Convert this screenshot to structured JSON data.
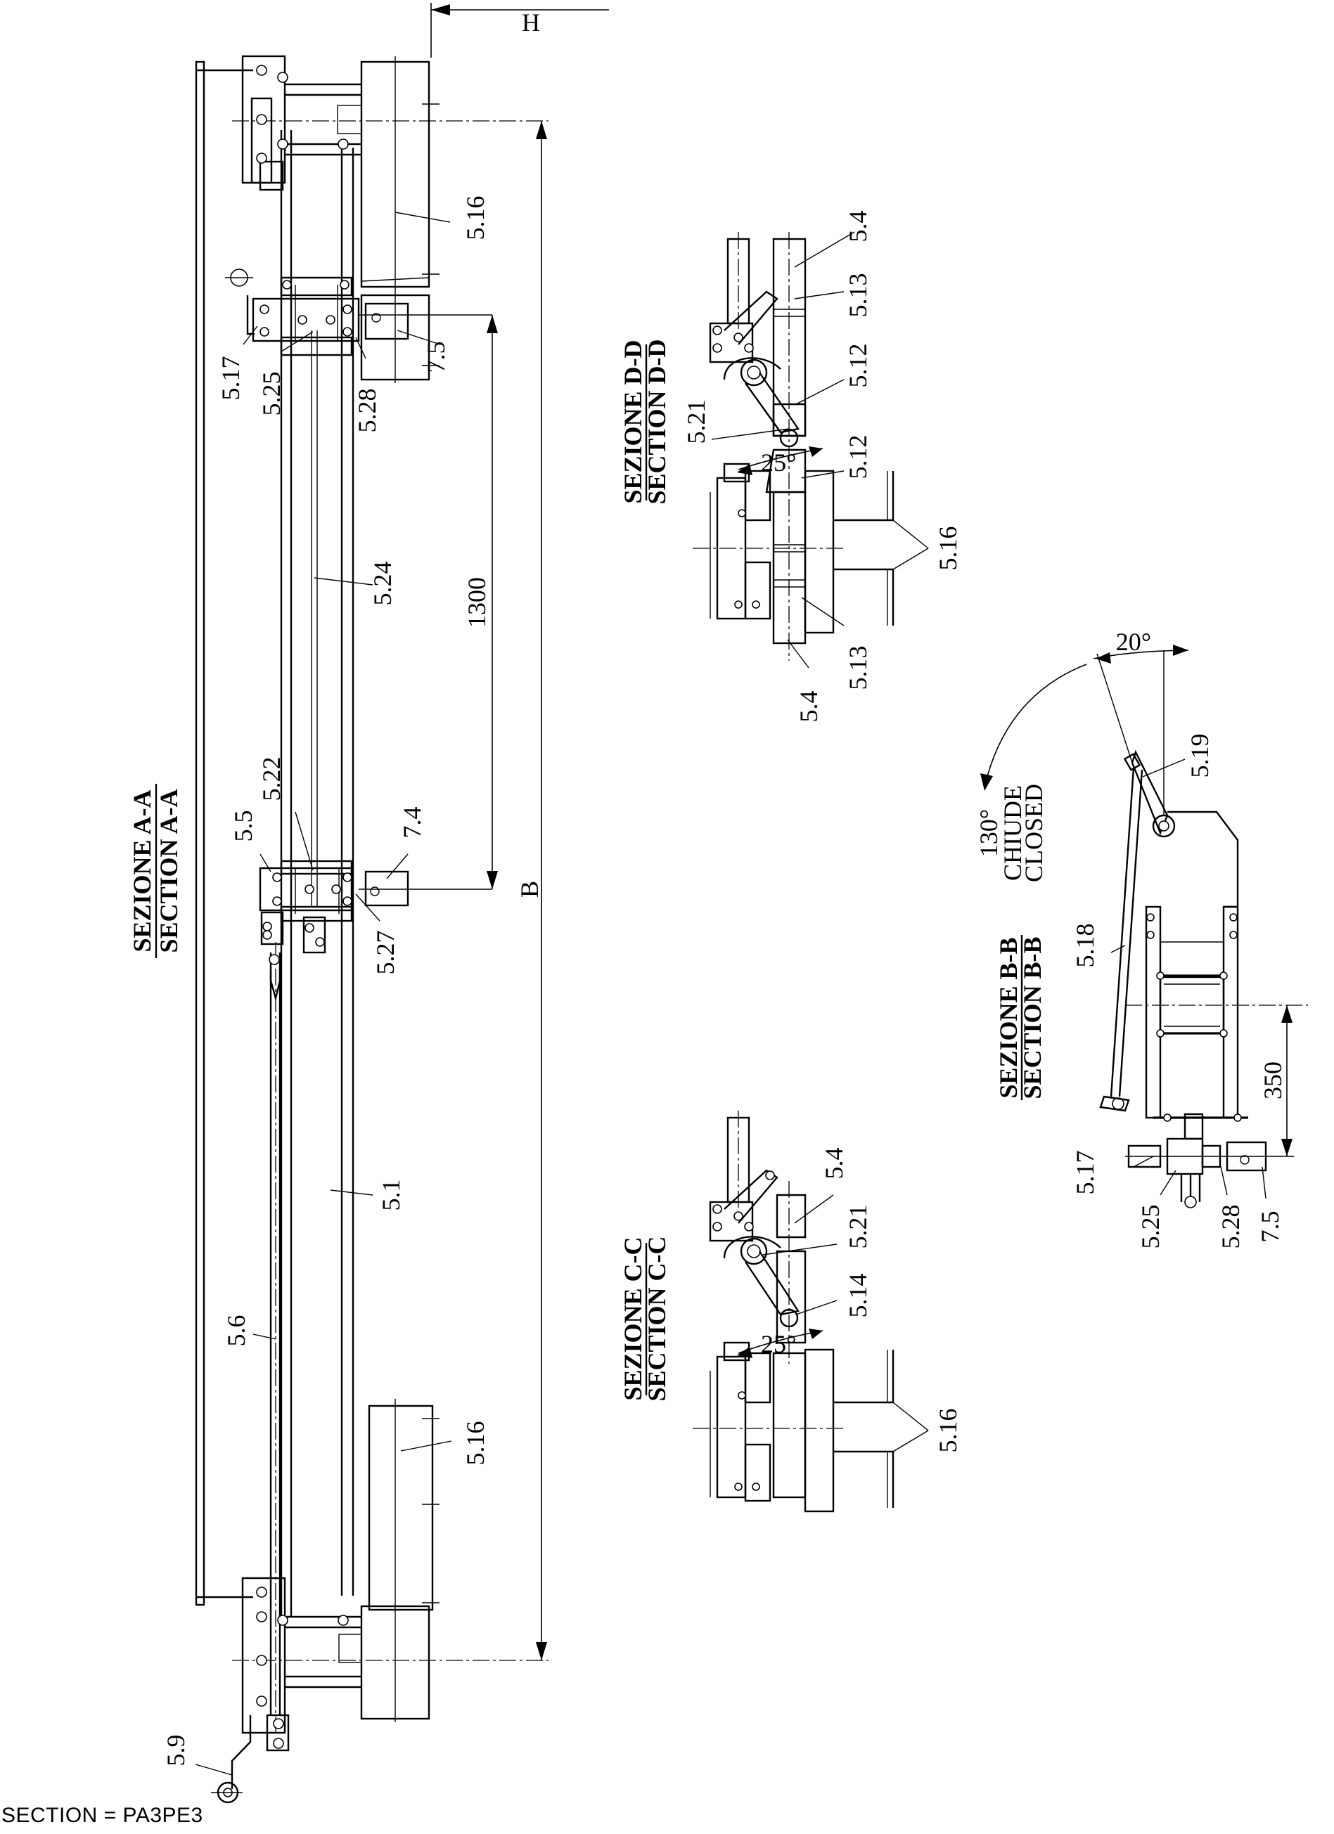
{
  "footer": "SECTION = PA3PE3",
  "sections": {
    "aa": {
      "title_it": "SEZIONE A-A",
      "title_en": "SECTION A-A"
    },
    "dd": {
      "title_it": "SEZIONE D-D",
      "title_en": "SECTION D-D"
    },
    "cc": {
      "title_it": "SEZIONE C-C",
      "title_en": "SECTION C-C"
    },
    "bb": {
      "title_it": "SEZIONE B-B",
      "title_en": "SECTION B-B"
    }
  },
  "dimensions": {
    "h": "H",
    "b": "B",
    "d1300": "1300",
    "d350": "350",
    "ang20": "20°",
    "ang130": "130°",
    "chiude": "CHIUDE",
    "closed": "CLOSED",
    "ang25_dd": "25°",
    "ang25_cc": "25°"
  },
  "callouts": {
    "aa": {
      "c516_top": "5.16",
      "c517": "5.17",
      "c525": "5.25",
      "c528": "5.28",
      "c75": "7.5",
      "c524": "5.24",
      "c55": "5.5",
      "c522": "5.22",
      "c74": "7.4",
      "c527": "5.27",
      "c51": "5.1",
      "c56": "5.6",
      "c516_bot": "5.16",
      "c59": "5.9"
    },
    "dd": {
      "c54_top": "5.4",
      "c513_top": "5.13",
      "c512_a": "5.12",
      "c521": "5.21",
      "c512_b": "5.12",
      "c516": "5.16",
      "c513_bot": "5.13",
      "c54_bot": "5.4"
    },
    "cc": {
      "c54": "5.4",
      "c521": "5.21",
      "c514": "5.14",
      "c516": "5.16"
    },
    "bb": {
      "c519": "5.19",
      "c518": "5.18",
      "c517": "5.17",
      "c525": "5.25",
      "c528": "5.28",
      "c75": "7.5"
    }
  }
}
